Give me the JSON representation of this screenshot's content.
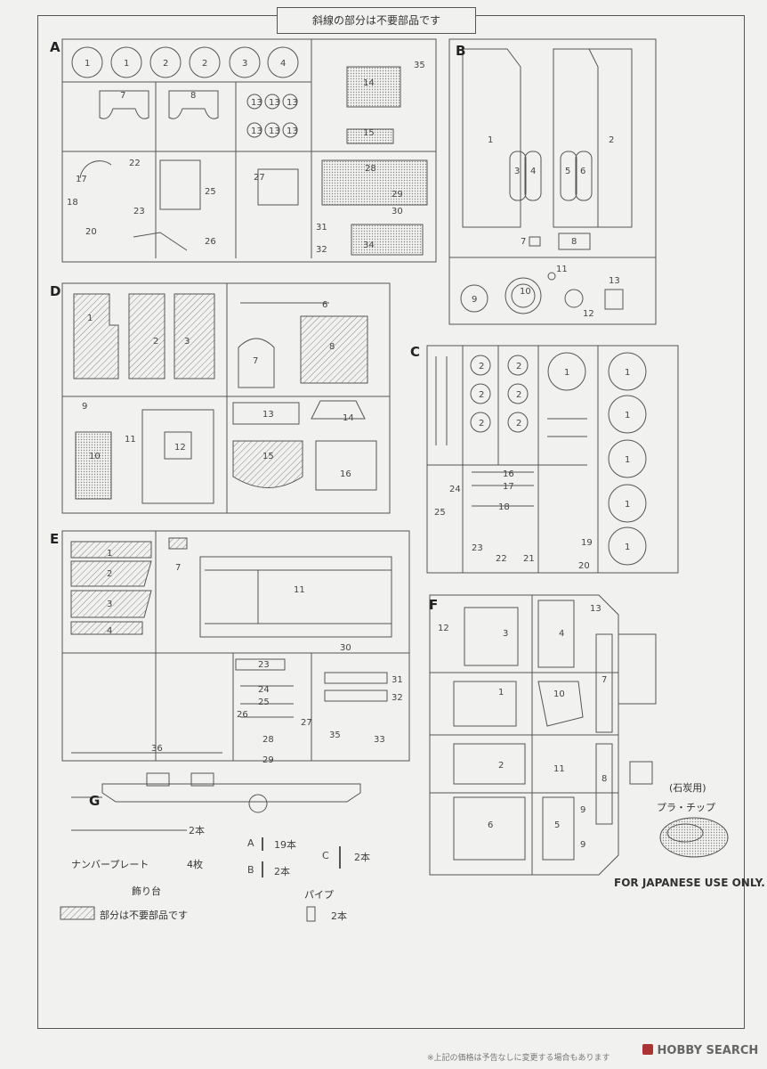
{
  "header": {
    "title": "斜線の部分は不要部品です"
  },
  "sheets": {
    "A": "A",
    "B": "B",
    "C": "C",
    "D": "D",
    "E": "E",
    "F": "F",
    "G": "G"
  },
  "legend": {
    "rod_count": "2本",
    "pin_a_label": "A",
    "pin_a_count": "19本",
    "pin_b_label": "B",
    "pin_b_count": "2本",
    "pin_c_label": "C",
    "pin_c_count": "2本",
    "number_plate": "ナンバープレート",
    "number_plate_count": "4枚",
    "display_stand": "飾り台",
    "pipe": "パイプ",
    "pipe_count": "2本",
    "unused_note": "部分は不要部品です"
  },
  "coal": {
    "label": "(石炭用)",
    "name": "プラ・チップ"
  },
  "notice": "FOR JAPANESE USE ONLY.",
  "footer": {
    "price_note": "※上記の価格は予告なしに変更する場合もあります",
    "watermark": "HOBBY SEARCH"
  },
  "colors": {
    "line": "#555555",
    "paper": "#f1f1ef",
    "hatch": "#8a8a8a"
  }
}
